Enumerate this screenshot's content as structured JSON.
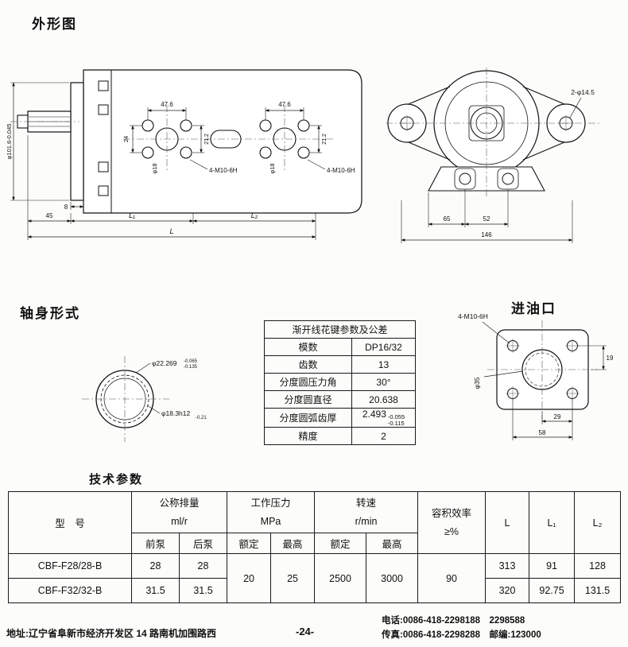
{
  "titles": {
    "outline": "外形图",
    "shaft": "轴身形式",
    "inlet": "进油口",
    "tech": "技术参数"
  },
  "outline_drawing": {
    "flange_dia": "φ101.6-0.045",
    "dim_47_6": "47.6",
    "dim_24": "24",
    "dim_21_2": "21.2",
    "dim_phi18": "φ18",
    "thread_label": "4-M10-6H",
    "dim_8": "8",
    "dim_45": "45",
    "dim_l1": "L₁",
    "dim_l2": "L₂",
    "dim_l": "L"
  },
  "end_view": {
    "holes_label": "2-φ14.5",
    "dim_65": "65",
    "dim_52": "52",
    "dim_146": "146"
  },
  "shaft_view": {
    "spline_dia": "φ22.269",
    "spline_tol_up": "-0.065",
    "spline_tol_dn": "-0.135",
    "shaft_dia": "φ18.3h12",
    "shaft_tol": "-0.21"
  },
  "spline_table": {
    "title": "渐开线花键参数及公差",
    "module_label": "模数",
    "module_value": "DP16/32",
    "teeth_label": "齿数",
    "teeth_value": "13",
    "angle_label": "分度圆压力角",
    "angle_value": "30°",
    "pitch_label": "分度圆直径",
    "pitch_value": "20.638",
    "thickness_label": "分度圆弧齿厚",
    "thickness_value": "2.493",
    "thickness_tol_up": "-0.055",
    "thickness_tol_dn": "-0.115",
    "precision_label": "精度",
    "precision_value": "2"
  },
  "inlet_view": {
    "thread_label": "4-M10-6H",
    "dia": "φ35",
    "dim_29": "29",
    "dim_58": "58",
    "dim_19": "19"
  },
  "tech_table": {
    "headers": {
      "model": "型　号",
      "displacement": "公称排量",
      "displacement_unit": "ml/r",
      "pressure": "工作压力",
      "pressure_unit": "MPa",
      "speed": "转速",
      "speed_unit": "r/min",
      "efficiency": "容积效率",
      "efficiency_unit": "≥%",
      "front_pump": "前泵",
      "rear_pump": "后泵",
      "rated": "额定",
      "max": "最高",
      "l": "L",
      "l1": "L₁",
      "l2": "L₂"
    },
    "shared": {
      "pressure_rated": "20",
      "pressure_max": "25",
      "speed_rated": "2500",
      "speed_max": "3000",
      "efficiency": "90"
    },
    "rows": [
      {
        "model": "CBF-F28/28-B",
        "front": "28",
        "rear": "28",
        "l": "313",
        "l1": "91",
        "l2": "128"
      },
      {
        "model": "CBF-F32/32-B",
        "front": "31.5",
        "rear": "31.5",
        "l": "320",
        "l1": "92.75",
        "l2": "131.5"
      }
    ]
  },
  "footer": {
    "address": "地址:辽宁省阜新市经济开发区 14 路南机加围路西",
    "page": "-24-",
    "phone": "电话:0086-418-2298188　2298588",
    "fax": "传真:0086-418-2298288　邮编:123000"
  }
}
